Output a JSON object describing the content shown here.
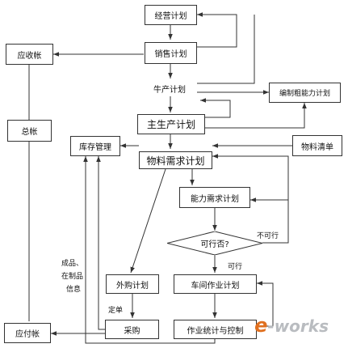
{
  "nodes": {
    "business_plan": "经营计划",
    "sales_plan": "销售计划",
    "production_plan": "牛产计划",
    "rough_capacity_plan": "编制粗能力计划",
    "master_schedule": "主生产计划",
    "inventory_mgmt": "库存管理",
    "bom": "物料清单",
    "mrp": "物料需求计划",
    "crp": "能力需求计划",
    "feasible": "可行否?",
    "purchase_plan": "外购计划",
    "shop_plan": "车间作业计划",
    "purchasing": "采购",
    "stats_control": "作业统计与控制",
    "receivables": "应收帐",
    "ledger": "总帐",
    "payables": "应付帐"
  },
  "edge_labels": {
    "not_feasible": "不可行",
    "feasible_yes": "可行",
    "order": "定单",
    "finished_info_1": "成品、",
    "finished_info_2": "在制品",
    "finished_info_3": "信息"
  },
  "watermark": {
    "e": "e",
    "rest": "-works"
  }
}
